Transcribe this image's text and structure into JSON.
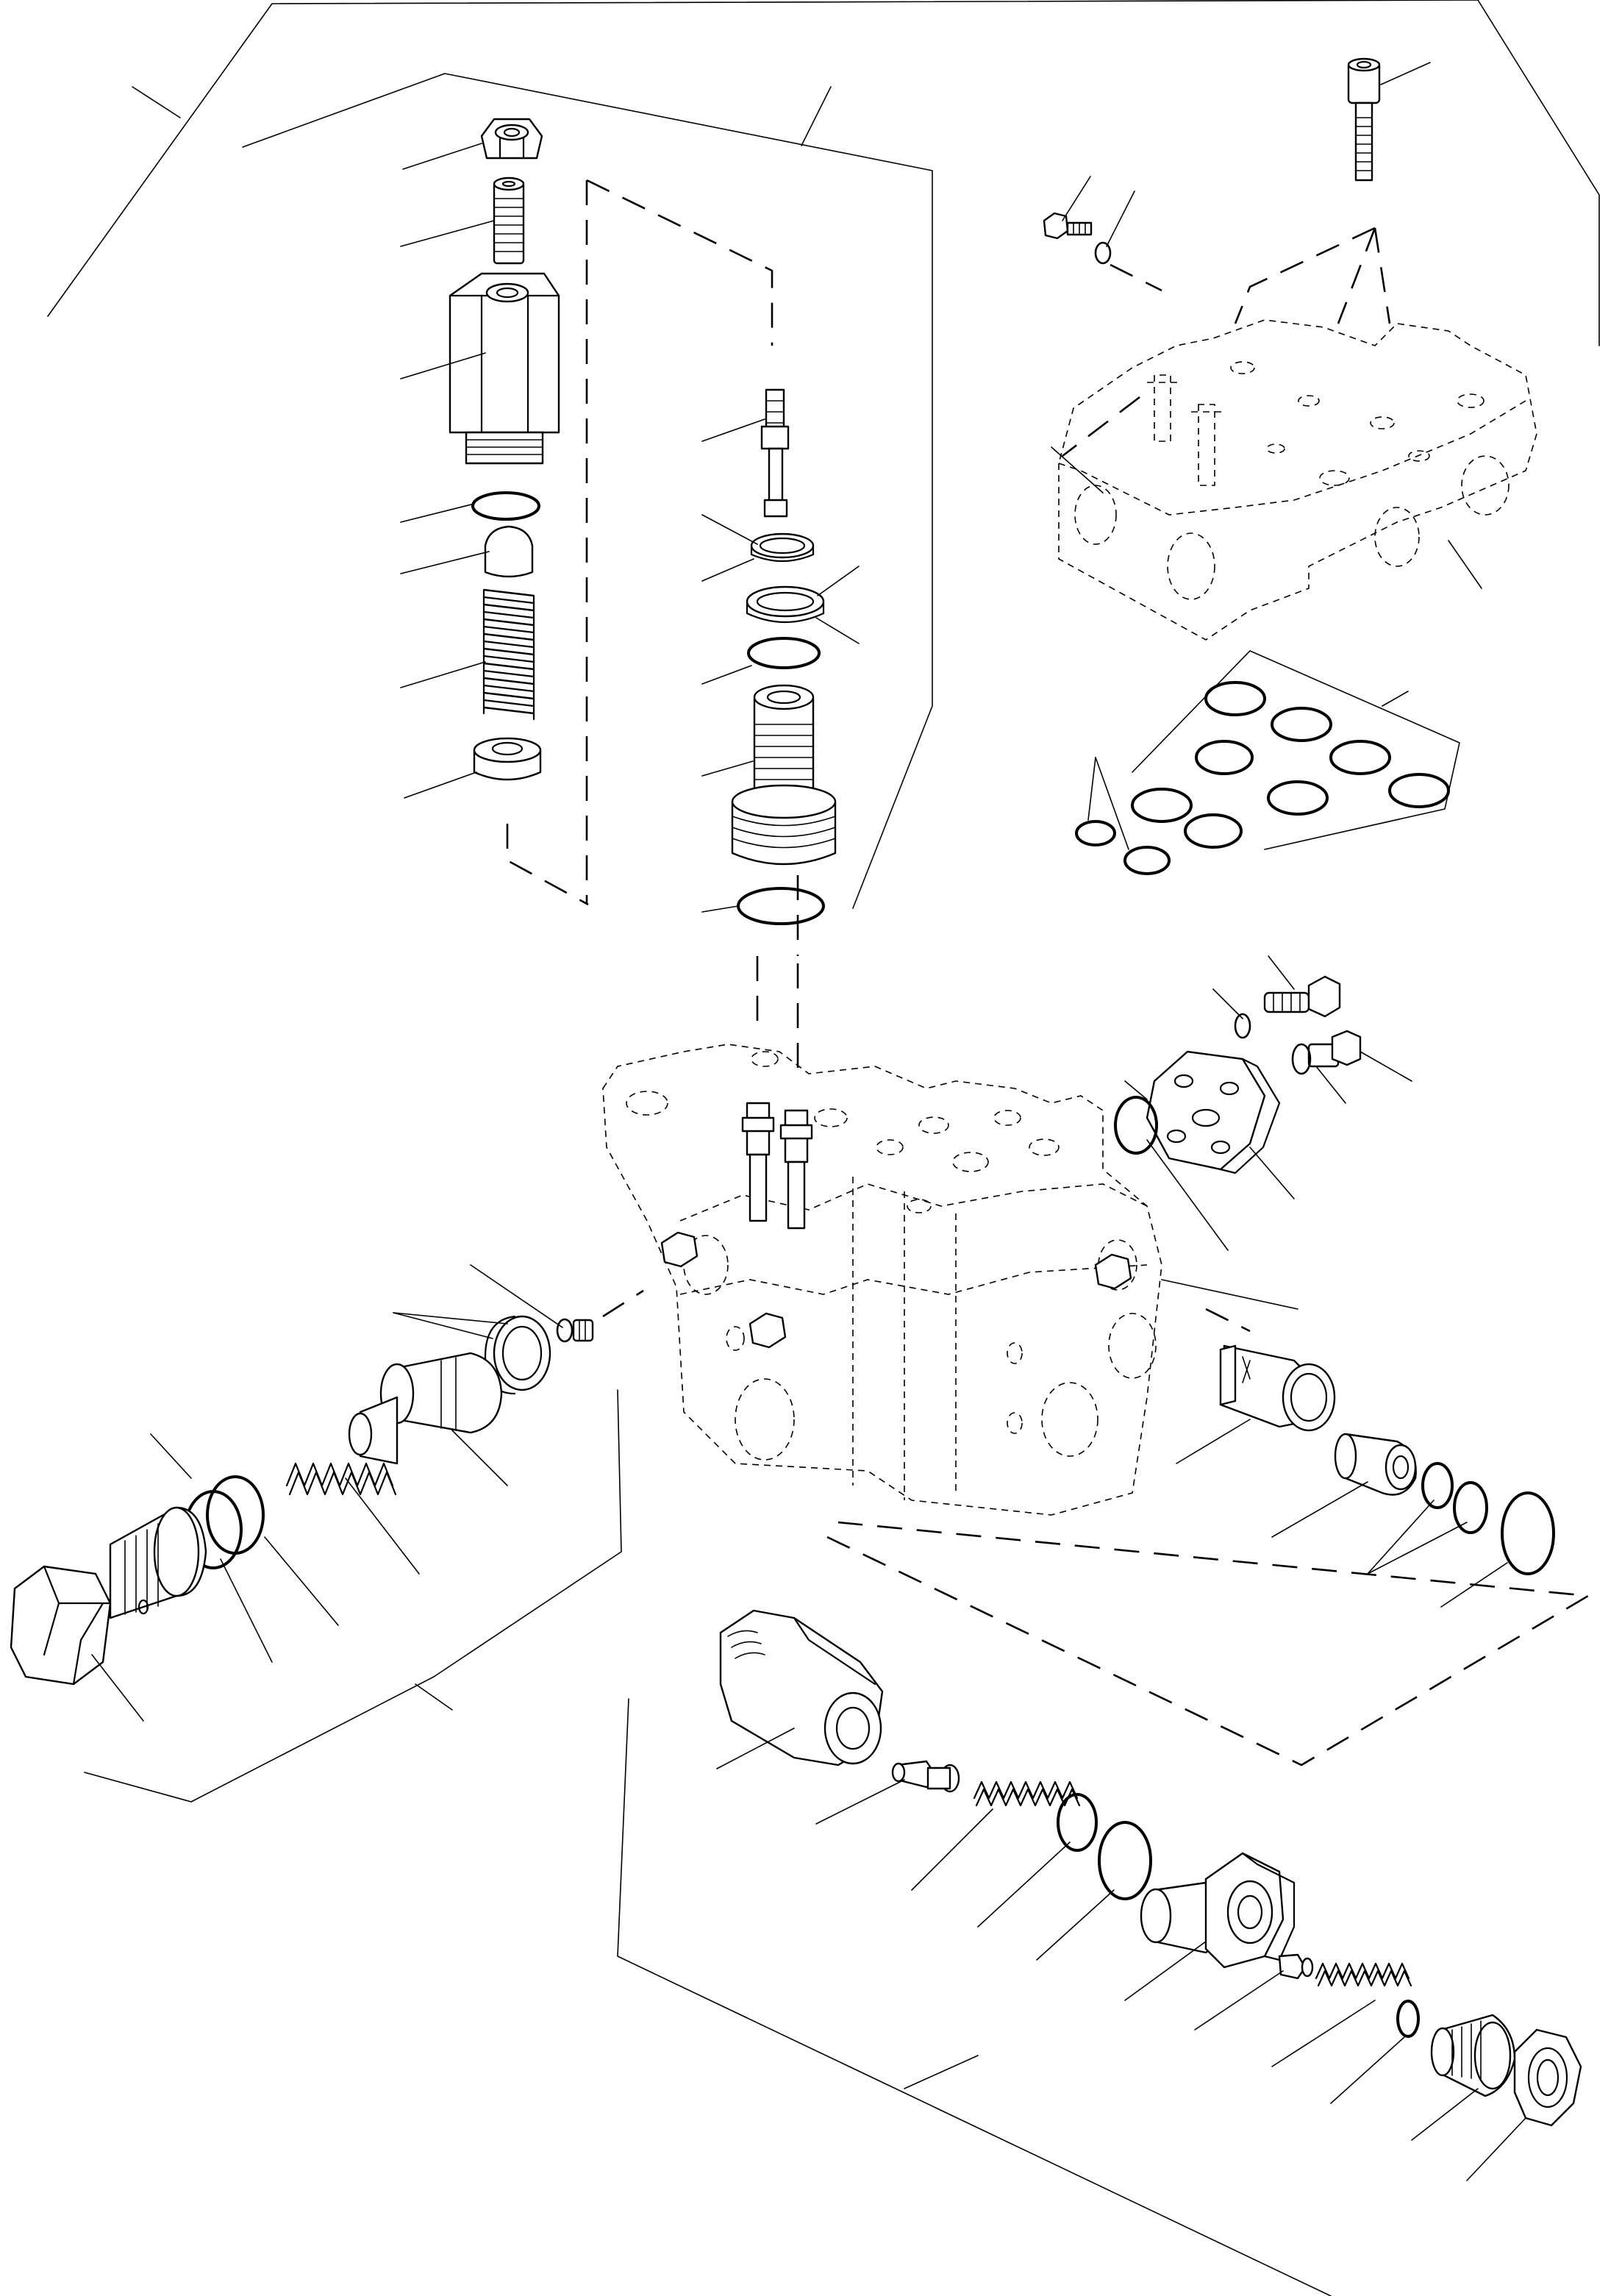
{
  "drawing": {
    "type": "exploded-view parts diagram",
    "background": "#ffffff",
    "line_color": "#000000",
    "components": [
      "upper-relief-valve-assembly",
      "spool-check-valve-assembly",
      "cover-plate-assembly",
      "seal-kit",
      "main-valve-body",
      "port-flange",
      "left-relief-valve-assembly",
      "right-poppet-assembly",
      "lower-relief-valve-assembly"
    ]
  }
}
